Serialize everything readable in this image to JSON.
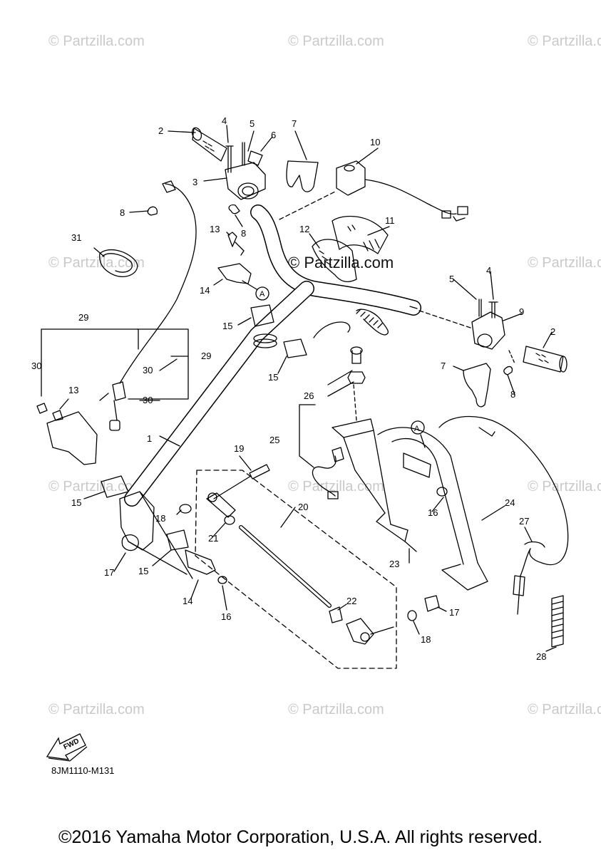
{
  "watermarks": {
    "small": "© Partzilla.com",
    "center": "© Partzilla.com"
  },
  "callouts": {
    "n1": "1",
    "n2": "2",
    "n3": "3",
    "n4": "4",
    "n5": "5",
    "n6": "6",
    "n7": "7",
    "n8": "8",
    "n9": "9",
    "n10": "10",
    "n11": "11",
    "n12": "12",
    "n13": "13",
    "n14": "14",
    "n15": "15",
    "n16": "16",
    "n17": "17",
    "n18": "18",
    "n19": "19",
    "n20": "20",
    "n21": "21",
    "n22": "22",
    "n23": "23",
    "n24": "24",
    "n25": "25",
    "n26": "26",
    "n27": "27",
    "n28": "28",
    "n29": "29",
    "n30": "30",
    "n31": "31",
    "refA": "A"
  },
  "fwd_label": "FWD",
  "diagram_code": "8JM1110-M131",
  "copyright": "©2016 Yamaha Motor Corporation, U.S.A. All rights reserved.",
  "colors": {
    "line": "#000000",
    "watermark": "#c9c9c9"
  }
}
